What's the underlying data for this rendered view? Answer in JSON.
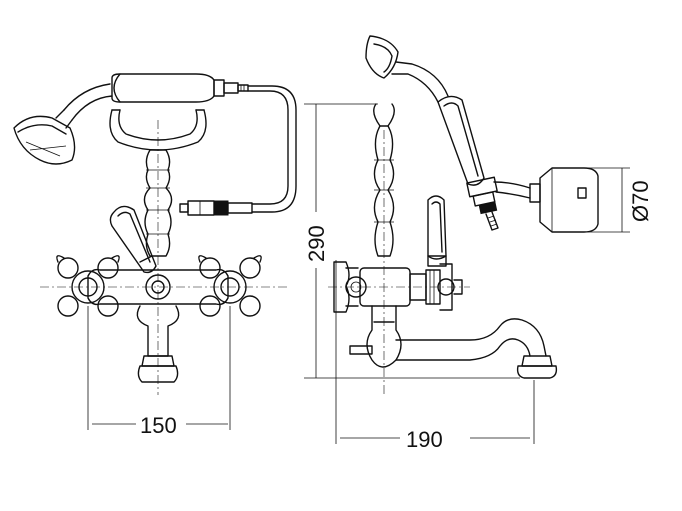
{
  "dimensions": {
    "front_width": "150",
    "side_height": "290",
    "side_projection": "190",
    "shower_diameter": "Ø70"
  }
}
